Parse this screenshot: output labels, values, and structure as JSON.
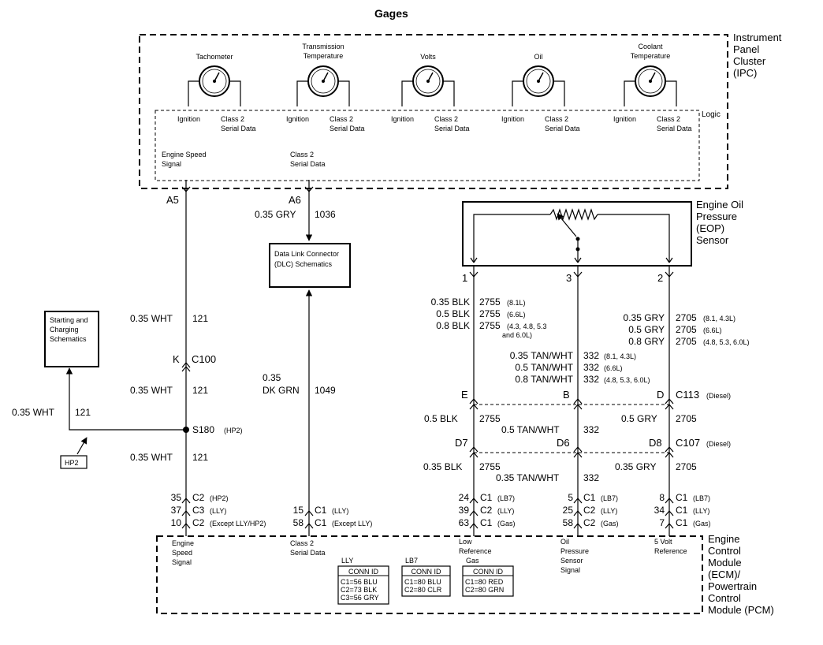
{
  "title": "Gages",
  "ipc": {
    "label": [
      "Instrument",
      "Panel",
      "Cluster",
      "(IPC)"
    ],
    "logic_label": "Logic",
    "gauges": [
      {
        "name": [
          "Tachometer"
        ],
        "ignition": "Ignition",
        "class2": [
          "Class 2",
          "Serial Data"
        ]
      },
      {
        "name": [
          "Transmission",
          "Temperature"
        ],
        "ignition": "Ignition",
        "class2": [
          "Class 2",
          "Serial Data"
        ]
      },
      {
        "name": [
          "Volts"
        ],
        "ignition": "Ignition",
        "class2": [
          "Class 2",
          "Serial Data"
        ]
      },
      {
        "name": [
          "Oil"
        ],
        "ignition": "Ignition",
        "class2": [
          "Class 2",
          "Serial Data"
        ]
      },
      {
        "name": [
          "Coolant",
          "Temperature"
        ],
        "ignition": "Ignition",
        "class2": [
          "Class 2",
          "Serial Data"
        ]
      }
    ],
    "engine_speed_signal": [
      "Engine Speed",
      "Signal"
    ],
    "class2_serial_data": [
      "Class 2",
      "Serial Data"
    ]
  },
  "circuits": {
    "a5_pin": "A5",
    "a6_pin": "A6",
    "a6_wire": "0.35 GRY",
    "a6_circuit": "1036",
    "dlc_box": [
      "Data Link Connector",
      "(DLC) Schematics"
    ],
    "wht_121_a": {
      "wire": "0.35 WHT",
      "circuit": "121"
    },
    "c100_pin": "K",
    "c100": "C100",
    "wht_121_b": {
      "wire": "0.35 WHT",
      "circuit": "121"
    },
    "starting_box": [
      "Starting and",
      "Charging",
      "Schematics"
    ],
    "wht_121_left": {
      "wire": "0.35 WHT",
      "circuit": "121"
    },
    "s180": "S180",
    "s180_note": "(HP2)",
    "hp2_tag": "HP2",
    "wht_121_c": {
      "wire": "0.35 WHT",
      "circuit": "121"
    },
    "dkgrn": {
      "wire": [
        "0.35",
        "DK GRN"
      ],
      "circuit": "1049"
    },
    "speed_connectors": [
      {
        "pin": "35",
        "conn": "C2",
        "note": "(HP2)"
      },
      {
        "pin": "37",
        "conn": "C3",
        "note": "(LLY)"
      },
      {
        "pin": "10",
        "conn": "C2",
        "note": "(Except LLY/HP2)"
      }
    ],
    "class2_connectors": [
      {
        "pin": "15",
        "conn": "C1",
        "note": "(LLY)"
      },
      {
        "pin": "58",
        "conn": "C1",
        "note": "(Except LLY)"
      }
    ]
  },
  "eop": {
    "label": [
      "Engine Oil",
      "Pressure",
      "(EOP)",
      "Sensor"
    ],
    "pins": [
      "1",
      "3",
      "2"
    ],
    "blk_wires": [
      {
        "wire": "0.35 BLK",
        "circuit": "2755",
        "note": "(8.1L)"
      },
      {
        "wire": "0.5 BLK",
        "circuit": "2755",
        "note": "(6.6L)"
      },
      {
        "wire": "0.8 BLK",
        "circuit": "2755",
        "note": "(4.3, 4.8, 5.3"
      }
    ],
    "blk_note2": "and 6.0L)",
    "gry_wires": [
      {
        "wire": "0.35 GRY",
        "circuit": "2705",
        "note": "(8.1, 4.3L)"
      },
      {
        "wire": "0.5 GRY",
        "circuit": "2705",
        "note": "(6.6L)"
      },
      {
        "wire": "0.8 GRY",
        "circuit": "2705",
        "note": "(4.8, 5.3, 6.0L)"
      }
    ],
    "tan_wires": [
      {
        "wire": "0.35 TAN/WHT",
        "circuit": "332",
        "note": "(8.1, 4.3L)"
      },
      {
        "wire": "0.5 TAN/WHT",
        "circuit": "332",
        "note": "(6.6L)"
      },
      {
        "wire": "0.8 TAN/WHT",
        "circuit": "332",
        "note": "(4.8, 5.3, 6.0L)"
      }
    ],
    "c113_pins": [
      "E",
      "B",
      "D"
    ],
    "c113": "C113",
    "c113_note": "(Diesel)",
    "mid_blk": {
      "wire": "0.5 BLK",
      "circuit": "2755"
    },
    "mid_gry": {
      "wire": "0.5 GRY",
      "circuit": "2705"
    },
    "mid_tan": {
      "wire": "0.5 TAN/WHT",
      "circuit": "332"
    },
    "c107_pins": [
      "D7",
      "D6",
      "D8"
    ],
    "c107": "C107",
    "c107_note": "(Diesel)",
    "low_blk": {
      "wire": "0.35 BLK",
      "circuit": "2755"
    },
    "low_gry": {
      "wire": "0.35 GRY",
      "circuit": "2705"
    },
    "low_tan": {
      "wire": "0.35 TAN/WHT",
      "circuit": "332"
    },
    "col1_connectors": [
      {
        "pin": "24",
        "conn": "C1",
        "note": "(LB7)"
      },
      {
        "pin": "39",
        "conn": "C2",
        "note": "(LLY)"
      },
      {
        "pin": "63",
        "conn": "C1",
        "note": "(Gas)"
      }
    ],
    "col3_connectors": [
      {
        "pin": "5",
        "conn": "C1",
        "note": "(LB7)"
      },
      {
        "pin": "25",
        "conn": "C2",
        "note": "(LLY)"
      },
      {
        "pin": "58",
        "conn": "C2",
        "note": "(Gas)"
      }
    ],
    "col2_connectors": [
      {
        "pin": "8",
        "conn": "C1",
        "note": "(LB7)"
      },
      {
        "pin": "34",
        "conn": "C1",
        "note": "(LLY)"
      },
      {
        "pin": "7",
        "conn": "C1",
        "note": "(Gas)"
      }
    ]
  },
  "ecm": {
    "label": [
      "Engine",
      "Control",
      "Module",
      "(ECM)/",
      "Powertrain",
      "Control",
      "Module (PCM)"
    ],
    "engine_speed_signal": [
      "Engine",
      "Speed",
      "Signal"
    ],
    "class2_serial_data": [
      "Class 2",
      "Serial Data"
    ],
    "low_reference": [
      "Low",
      "Reference"
    ],
    "oil_pressure_signal": [
      "Oil",
      "Pressure",
      "Sensor",
      "Signal"
    ],
    "five_volt_reference": [
      "5 Volt",
      "Reference"
    ],
    "conn_tables": [
      {
        "group": "LLY",
        "header": "CONN ID",
        "rows": [
          "C1=56 BLU",
          "C2=73 BLK",
          "C3=56 GRY"
        ]
      },
      {
        "group": "LB7",
        "header": "CONN ID",
        "rows": [
          "C1=80 BLU",
          "C2=80 CLR"
        ]
      },
      {
        "group": "Gas",
        "header": "CONN ID",
        "rows": [
          "C1=80 RED",
          "C2=80 GRN"
        ]
      }
    ]
  }
}
